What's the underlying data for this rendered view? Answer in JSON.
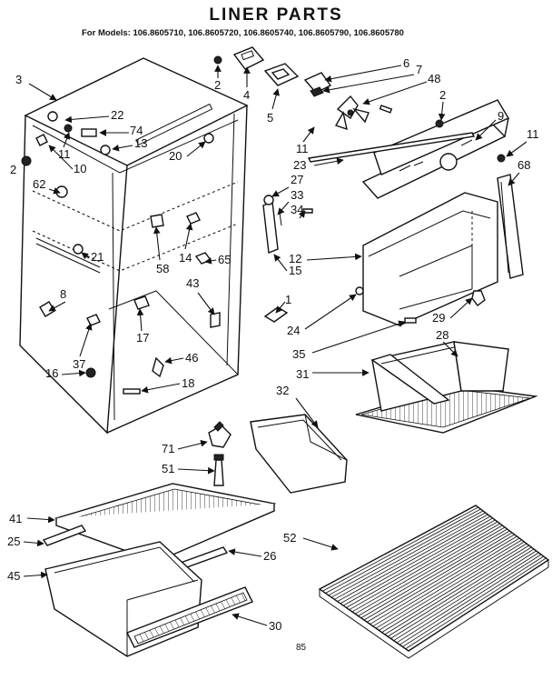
{
  "title": "LINER PARTS",
  "models_line": "For Models: 106.8605710, 106.8605720, 106.8605740, 106.8605790, 106.8605780",
  "page_code": "85",
  "callouts": [
    "1",
    "2",
    "2",
    "2",
    "3",
    "4",
    "5",
    "6",
    "7",
    "48",
    "8",
    "9",
    "10",
    "11",
    "11",
    "11",
    "12",
    "13",
    "14",
    "15",
    "16",
    "17",
    "18",
    "20",
    "21",
    "22",
    "23",
    "24",
    "25",
    "26",
    "27",
    "28",
    "29",
    "30",
    "31",
    "32",
    "33",
    "34",
    "35",
    "37",
    "41",
    "43",
    "45",
    "46",
    "51",
    "52",
    "58",
    "62",
    "65",
    "68",
    "71",
    "74"
  ]
}
